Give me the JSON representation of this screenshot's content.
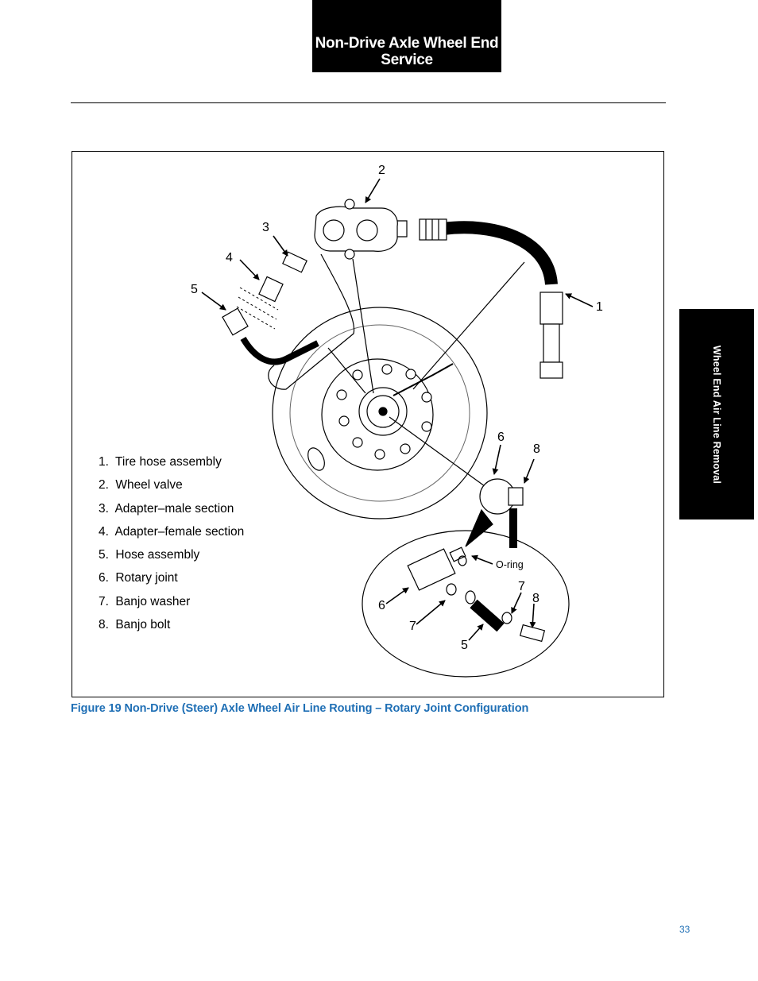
{
  "header": {
    "title_line1": "Non-Drive Axle Wheel End",
    "title_line2": "Service"
  },
  "side_tab": {
    "label": "Wheel End Air Line Removal"
  },
  "figure": {
    "caption": "Figure 19 Non-Drive (Steer) Axle Wheel Air Line Routing – Rotary Joint Configuration",
    "legend": [
      {
        "num": "1.",
        "text": "Tire hose assembly"
      },
      {
        "num": "2.",
        "text": "Wheel valve"
      },
      {
        "num": "3.",
        "text": "Adapter–male section"
      },
      {
        "num": "4.",
        "text": "Adapter–female section"
      },
      {
        "num": "5.",
        "text": "Hose assembly"
      },
      {
        "num": "6.",
        "text": "Rotary joint"
      },
      {
        "num": "7.",
        "text": "Banjo washer"
      },
      {
        "num": "8.",
        "text": "Banjo bolt"
      }
    ],
    "callouts": {
      "c1": "1",
      "c2": "2",
      "c3": "3",
      "c4": "4",
      "c5": "5",
      "c6": "6",
      "c8": "8",
      "d6": "6",
      "d7a": "7",
      "d7b": "7",
      "d8": "8",
      "d5": "5"
    },
    "oring_label": "O-ring"
  },
  "page_number": "33"
}
